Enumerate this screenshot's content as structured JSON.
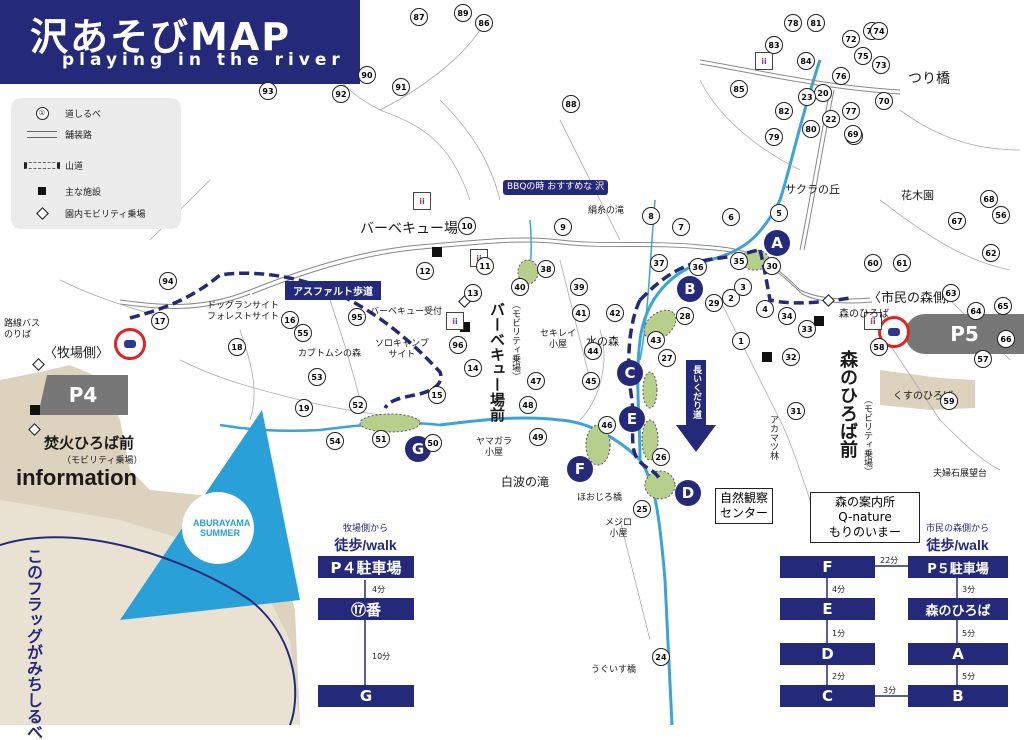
{
  "title": {
    "main": "沢あそびMAP",
    "sub": "playing in the river"
  },
  "legend": {
    "items": [
      {
        "label": "道しるべ",
        "sym": "①"
      },
      {
        "label": "舗装路"
      },
      {
        "label": "山道"
      },
      {
        "label": "主な施設"
      },
      {
        "label": "園内モビリティ乗場"
      }
    ]
  },
  "signposts": [
    "1",
    "2",
    "3",
    "4",
    "5",
    "6",
    "7",
    "8",
    "9",
    "10",
    "11",
    "12",
    "13",
    "14",
    "15",
    "16",
    "17",
    "18",
    "19",
    "20",
    "21",
    "22",
    "23",
    "24",
    "25",
    "26",
    "27",
    "28",
    "29",
    "30",
    "31",
    "32",
    "33",
    "34",
    "35",
    "36",
    "37",
    "38",
    "39",
    "40",
    "41",
    "42",
    "43",
    "44",
    "45",
    "46",
    "47",
    "48",
    "49",
    "50",
    "51",
    "52",
    "53",
    "54",
    "55",
    "56",
    "57",
    "58",
    "59",
    "60",
    "61",
    "62",
    "63",
    "64",
    "65",
    "66",
    "67",
    "68",
    "69",
    "70",
    "71",
    "72",
    "73",
    "74",
    "75",
    "76",
    "77",
    "78",
    "79",
    "80",
    "81",
    "82",
    "83",
    "84",
    "85",
    "86",
    "87",
    "88",
    "89",
    "90",
    "91",
    "92",
    "93",
    "94",
    "95",
    "96"
  ],
  "place_labels": {
    "tsuribashi": "つり橋",
    "sakura": "サクラの丘",
    "kaboku": "花木園",
    "kenshi": "絹糸の滝",
    "bbq_area": "バーベキュー場",
    "bbq_uketsuke": "バーベキュー受付",
    "bbq_mobility": "（モビリティ乗場）",
    "bbq_front": "バーベキュー場前",
    "douggurun": "ドッグランサイト\nフォレストサイト",
    "kabutomushi": "カブトムシの森",
    "solo": "ソロキャンプ\nサイト",
    "sekirei": "セキレイ\n小屋",
    "mizunomori": "水の森",
    "shiranami": "白波の滝",
    "hoojiro": "ほおじろ橋",
    "mejiro": "メジロ\n小屋",
    "yamagara": "ヤマガラ\n小屋",
    "uguisu": "うぐいす橋",
    "akamatsu": "アカマツ林",
    "shizen": "自然観察\nセンター",
    "morinohiroba": "森のひろば",
    "kusunohiroba": "くすのひろば",
    "shimin": "〈市民の森側〉",
    "bokujo": "〈牧場側〉",
    "rosen": "路線バス\nのりば",
    "takibi": "焚火ひろば前",
    "takibi_sub": "（モビリティ乗場）",
    "information": "information",
    "morinohiroba_mae": "森のひろば前",
    "morinohiroba_mae_sub": "（モビリティ乗場）",
    "annaisho": "森の案内所\nQ-nature\nもりのいまー",
    "fufuishi": "夫婦石展望台",
    "asphalt": "アスファルト歩道",
    "bbq_recommend": "BBQの時\nおすすめな\n沢",
    "nagai": "長いくだり道"
  },
  "parking": {
    "p4": "P4",
    "p5": "P5"
  },
  "stops": [
    "A",
    "B",
    "C",
    "D",
    "E",
    "F",
    "G"
  ],
  "left_panel": {
    "from": "牧場側から",
    "walk": "徒歩/walk",
    "boxes": [
      "P４駐車場",
      "⑰番",
      "G"
    ],
    "times": [
      "4分",
      "10分"
    ]
  },
  "right_panel": {
    "from": "市民の森側から",
    "walk": "徒歩/walk",
    "left_col": [
      "F",
      "E",
      "D",
      "C"
    ],
    "right_col": [
      "P５駐車場",
      "森のひろば",
      "A",
      "B"
    ],
    "left_times": [
      "4分",
      "1分",
      "2分"
    ],
    "right_times": [
      "3分",
      "5分",
      "5分"
    ],
    "cross_times": [
      "22分",
      "3分"
    ]
  },
  "flag_text": "このフラッグがみちしるべ",
  "flag_badge": "ABURAYAMA SUMMER",
  "colors": {
    "navy": "#24297a",
    "accent": "#3aa3d9",
    "green": "#b6cf8a",
    "grey": "#777777",
    "beige": "#ddd2bd"
  }
}
